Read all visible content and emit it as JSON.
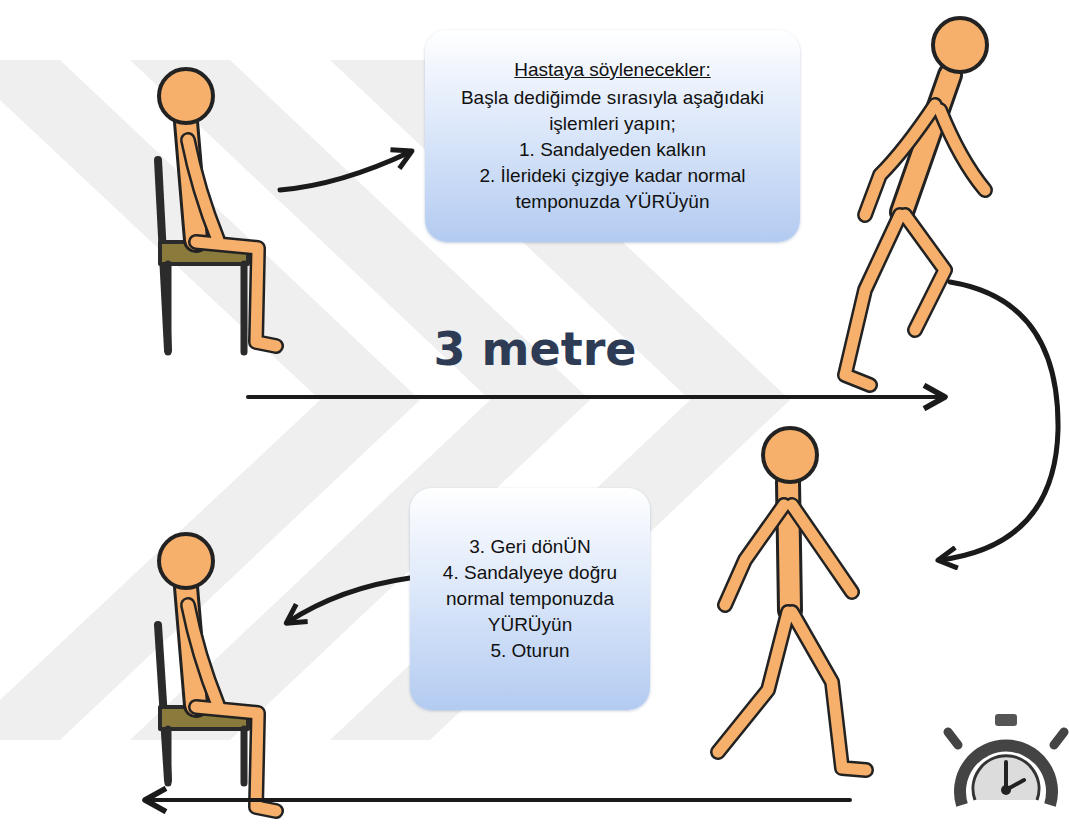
{
  "diagram": {
    "nodes": [
      {
        "text": [
          "Hastaya söylenecekler:",
          "Başla dediğimde sırasıyla aşağıdaki işlemleri yapın;",
          "1. Sandalyeden kalkın",
          "2. İlerideki çizgiye kadar normal temponuzda YÜRÜyün"
        ]
      },
      {
        "text": [
          "3. Geri dönÜN",
          "4. Sandalyeye doğru normal temponuzda YÜRÜyün",
          "5. Oturun"
        ]
      }
    ],
    "labels": [
      "3 metre"
    ]
  }
}
